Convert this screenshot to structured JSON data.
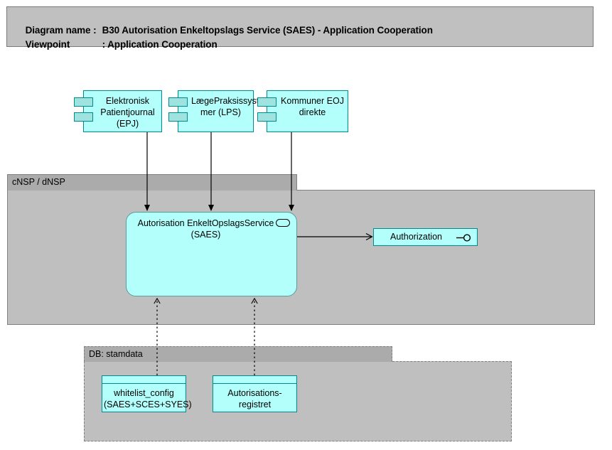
{
  "header": {
    "diagram_name_label": "Diagram name :",
    "diagram_name_value": "B30 Autorisation Enkeltopslags Service (SAES) - Application Cooperation",
    "viewpoint_label": "Viewpoint",
    "viewpoint_value": ": Application Cooperation"
  },
  "groups": {
    "cnsp": {
      "label": "cNSP / dNSP"
    },
    "db": {
      "label": "DB: stamdata"
    }
  },
  "components": [
    {
      "id": "epj",
      "label": "Elektronisk\nPatientjournal\n(EPJ)",
      "icon": "component-ports-icon"
    },
    {
      "id": "lps",
      "label": "LægePraksissyste\nmer (LPS)",
      "icon": "component-ports-icon"
    },
    {
      "id": "keoj",
      "label": "Kommuner EOJ\ndirekte",
      "icon": "component-ports-icon"
    }
  ],
  "service": {
    "label": "Autorisation EnkeltOpslagsService\n(SAES)",
    "icon": "application-service-oval-icon"
  },
  "interface": {
    "label": "Authorization",
    "icon": "lollipop-interface-icon"
  },
  "data_objects": [
    {
      "id": "whitelist",
      "label": "whitelist_config\n(SAES+SCES+SYES)"
    },
    {
      "id": "autreg",
      "label": "Autorisations-\nregistret"
    }
  ],
  "connectors": [
    {
      "from": "epj",
      "to": "saes",
      "style": "solid",
      "arrow": "filled"
    },
    {
      "from": "lps",
      "to": "saes",
      "style": "solid",
      "arrow": "filled"
    },
    {
      "from": "keoj",
      "to": "saes",
      "style": "solid",
      "arrow": "filled"
    },
    {
      "from": "saes",
      "to": "auth",
      "style": "solid",
      "arrow": "open"
    },
    {
      "from": "whitelist",
      "to": "saes",
      "style": "dotted",
      "arrow": "open"
    },
    {
      "from": "autreg",
      "to": "saes",
      "style": "dotted",
      "arrow": "open"
    }
  ],
  "colors": {
    "element_fill": "#b2fffc",
    "element_border": "#008b8b",
    "group_body": "#bfbfbf",
    "group_tab": "#ababab",
    "title_bar": "#c0c0c0",
    "line": "#000000"
  }
}
